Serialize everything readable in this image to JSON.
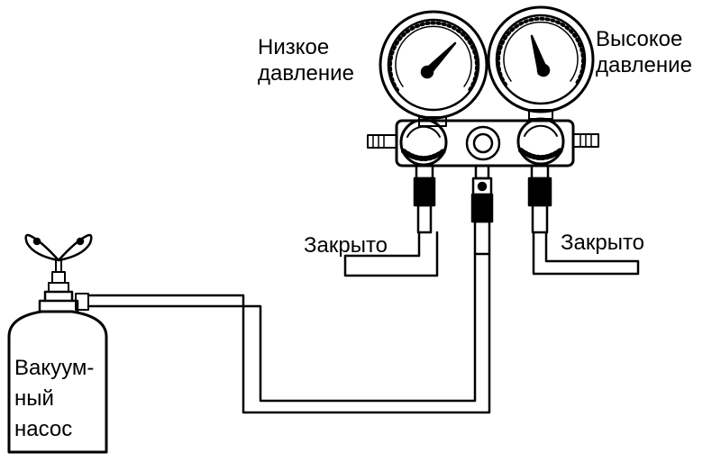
{
  "labels": {
    "low_pressure": "Низкое\nдавление",
    "high_pressure": "Высокое\nдавление",
    "closed_left": "Закрыто",
    "closed_right": "Закрыто",
    "vacuum_pump": "Вакуум-\nный\nнасос"
  },
  "colors": {
    "ink": "#000000",
    "background": "#ffffff"
  }
}
